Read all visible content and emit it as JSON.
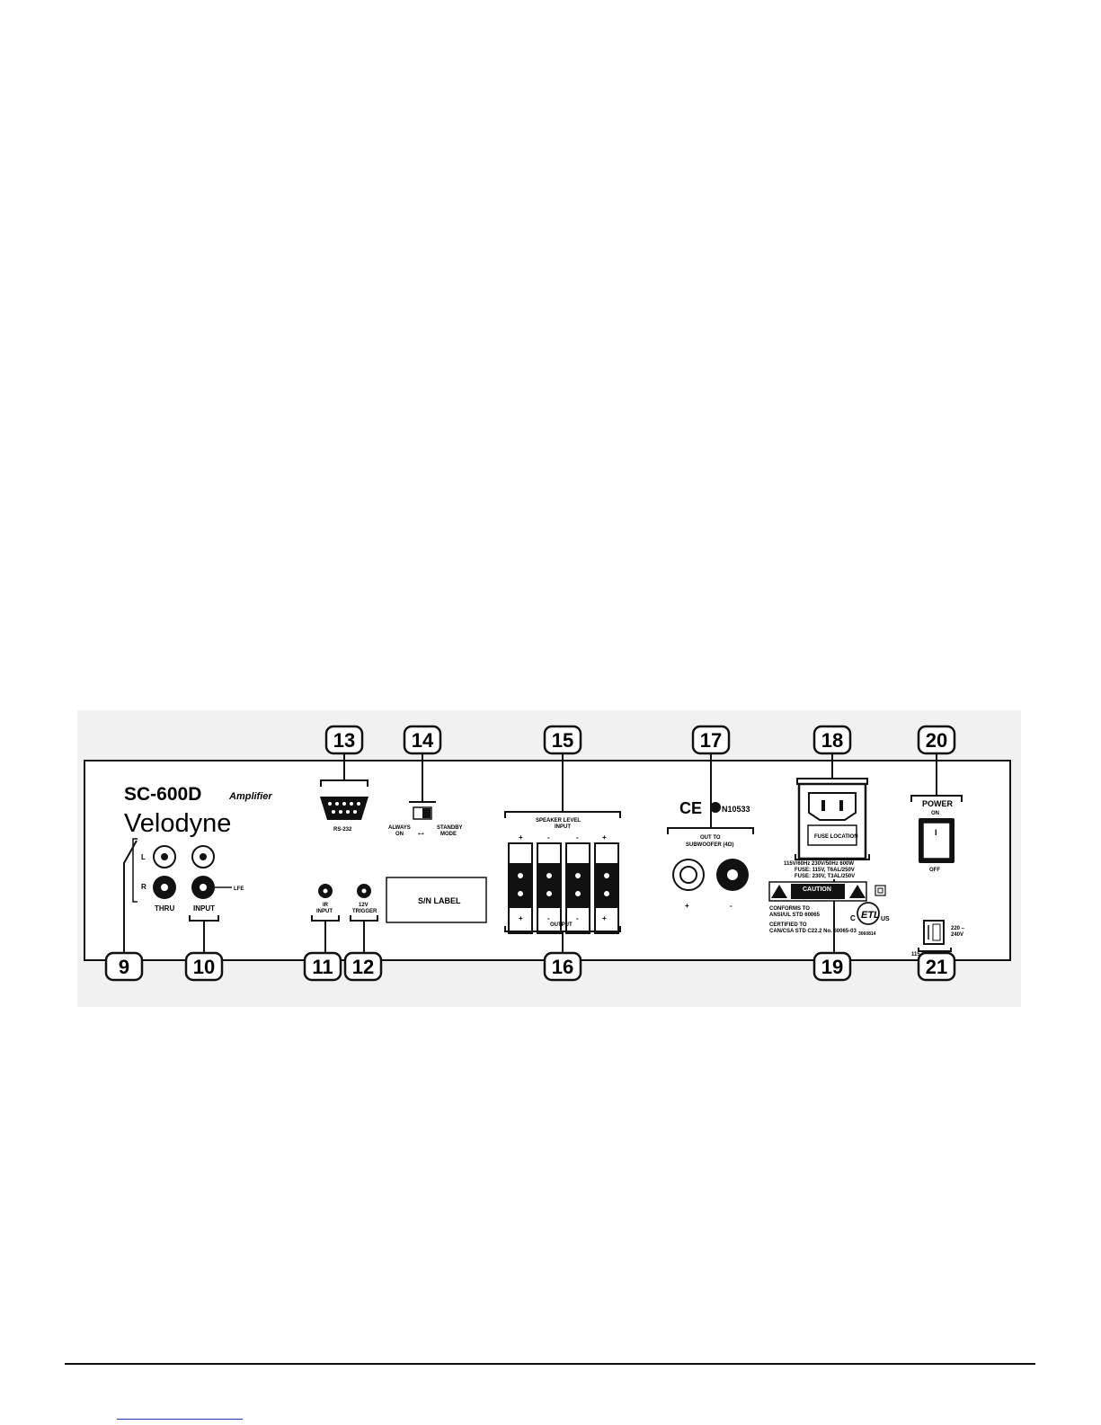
{
  "brand": {
    "model": "SC-600D",
    "model_suffix": "Amplifier",
    "maker": "Velodyne"
  },
  "callouts": [
    "9",
    "10",
    "11",
    "12",
    "13",
    "14",
    "15",
    "16",
    "17",
    "18",
    "19",
    "20",
    "21"
  ],
  "labels": {
    "rca_left": "L",
    "rca_right": "R",
    "thru": "THRU",
    "input": "INPUT",
    "lfe": "LFE",
    "rs232": "RS-232",
    "always_on_1": "ALWAYS",
    "always_on_2": "ON",
    "standby_1": "STANDBY",
    "standby_2": "MODE",
    "ir_input_1": "IR",
    "ir_input_2": "INPUT",
    "trigger_1": "12V",
    "trigger_2": "TRIGGER",
    "sn_label": "S/N LABEL",
    "speaker_level_1": "SPEAKER LEVEL",
    "speaker_level_2": "INPUT",
    "output": "OUTPUT",
    "plus": "+",
    "minus": "-",
    "out_to_1": "OUT TO",
    "out_to_2": "SUBWOOFER (4Ω)",
    "ce_mark": "CE",
    "n_code": "N10533",
    "fuse_location": "FUSE LOCATION",
    "fuse_line_1": "115V/60Hz 230V/50Hz 600W",
    "fuse_line_2": "FUSE: 115V, T6AL/250V",
    "fuse_line_3": "FUSE: 230V, T3AL/250V",
    "caution": "CAUTION",
    "conforms_1": "CONFORMS TO",
    "conforms_2": "ANSI/UL STD 60065",
    "certified_1": "CERTIFIED TO",
    "certified_2": "CAN/CSA STD C22.2 No. 60065-03",
    "etl_c": "C",
    "etl_us": "US",
    "etl_code": "3060814",
    "power": "POWER",
    "on": "ON",
    "off": "OFF",
    "switch_i": "I",
    "v115": "115 V",
    "v230_1": "220 –",
    "v230_2": "240V"
  }
}
